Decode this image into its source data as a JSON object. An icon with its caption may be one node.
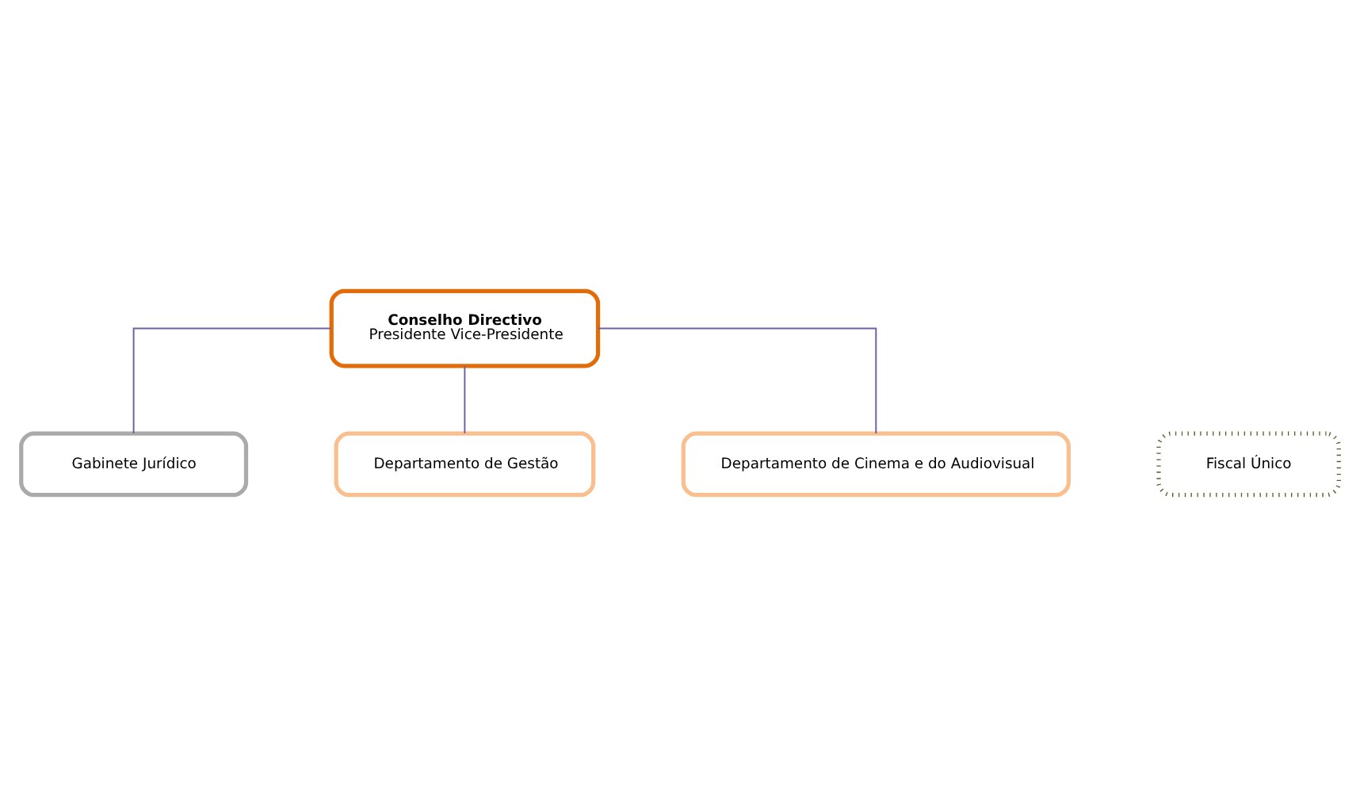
{
  "diagram": {
    "nodes": [
      {
        "text": [
          "Conselho Directivo",
          "Presidente Vice-Presidente"
        ]
      },
      {
        "text": [
          "Gabinete Jurídico"
        ]
      },
      {
        "text": [
          "Fiscal Único"
        ]
      },
      {
        "text": [
          "Departamento de Gestão"
        ]
      },
      {
        "text": [
          "Departamento de Cinema e do Audiovisual"
        ]
      }
    ],
    "edges": [
      {
        "from": 0,
        "to": 1,
        "arrow": "none"
      },
      {
        "from": 0,
        "to": 3,
        "arrow": "none"
      },
      {
        "from": 0,
        "to": 4,
        "arrow": "none"
      }
    ]
  }
}
